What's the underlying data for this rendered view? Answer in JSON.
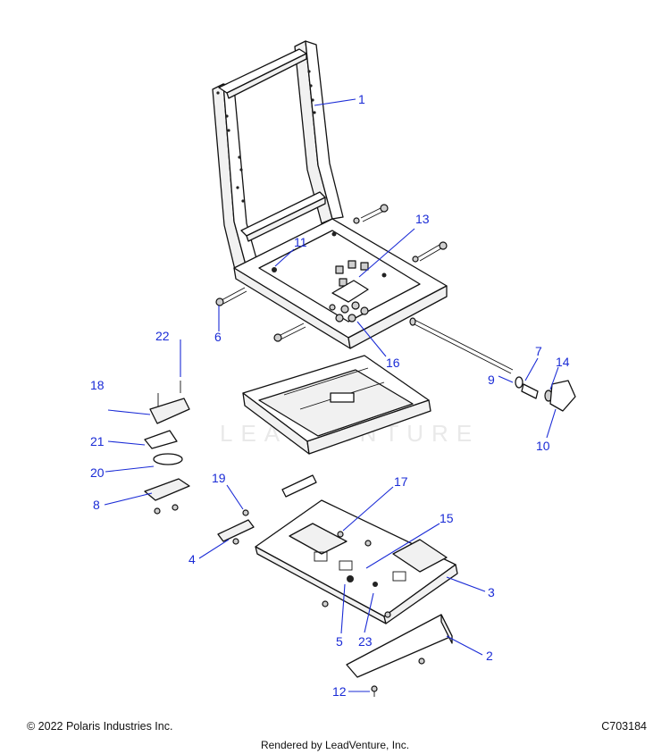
{
  "footer": {
    "copyright": "© 2022 Polaris Industries Inc.",
    "diagram_id": "C703184",
    "rendered_by": "Rendered by LeadVenture, Inc."
  },
  "watermark": "LEADVENTURE",
  "callouts": [
    {
      "id": "c1",
      "label": "1"
    },
    {
      "id": "c2",
      "label": "2"
    },
    {
      "id": "c3",
      "label": "3"
    },
    {
      "id": "c4",
      "label": "4"
    },
    {
      "id": "c5",
      "label": "5"
    },
    {
      "id": "c6",
      "label": "6"
    },
    {
      "id": "c7",
      "label": "7"
    },
    {
      "id": "c8",
      "label": "8"
    },
    {
      "id": "c9",
      "label": "9"
    },
    {
      "id": "c10",
      "label": "10"
    },
    {
      "id": "c11",
      "label": "11"
    },
    {
      "id": "c12",
      "label": "12"
    },
    {
      "id": "c13",
      "label": "13"
    },
    {
      "id": "c14",
      "label": "14"
    },
    {
      "id": "c15",
      "label": "15"
    },
    {
      "id": "c16",
      "label": "16"
    },
    {
      "id": "c17",
      "label": "17"
    },
    {
      "id": "c18",
      "label": "18"
    },
    {
      "id": "c19",
      "label": "19"
    },
    {
      "id": "c20",
      "label": "20"
    },
    {
      "id": "c21",
      "label": "21"
    },
    {
      "id": "c22",
      "label": "22"
    },
    {
      "id": "c23",
      "label": "23"
    }
  ],
  "colors": {
    "callout": "#1a2bd6",
    "line": "#111111"
  }
}
